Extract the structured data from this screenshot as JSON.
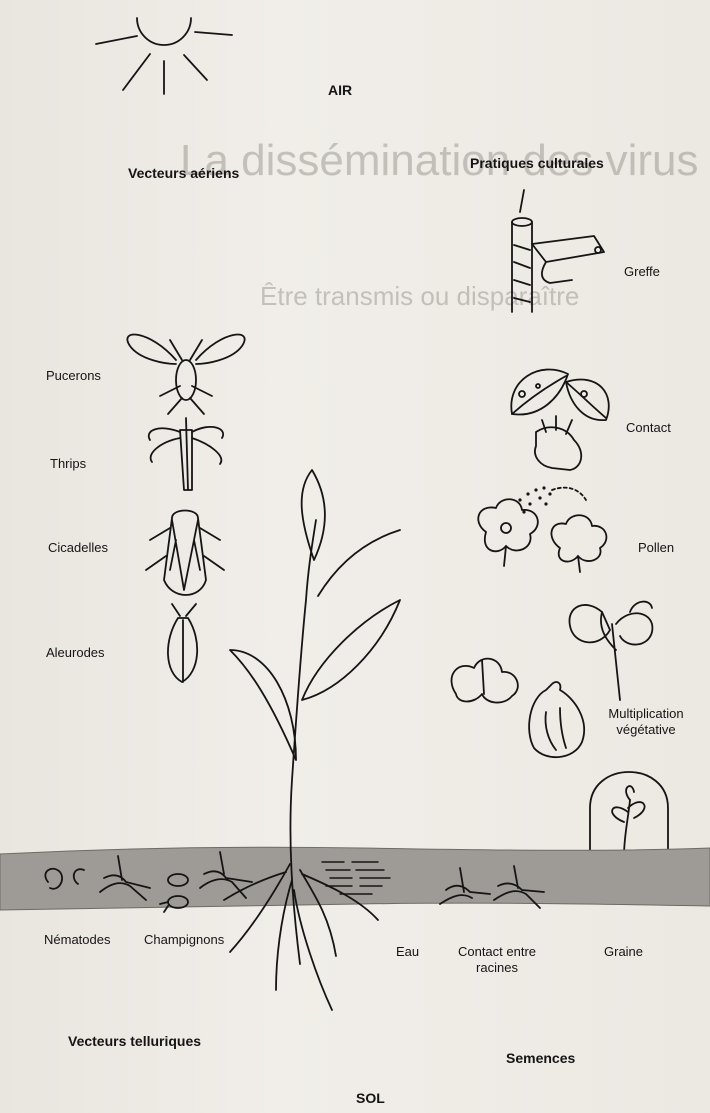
{
  "labels": {
    "air": "AIR",
    "vecteurs_aeriens": "Vecteurs aériens",
    "pratiques_culturales": "Pratiques culturales",
    "greffe": "Greffe",
    "pucerons": "Pucerons",
    "contact": "Contact",
    "thrips": "Thrips",
    "cicadelles": "Cicadelles",
    "pollen": "Pollen",
    "aleurodes": "Aleurodes",
    "multiplication": "Multiplication",
    "vegetative": "végétative",
    "nematodes": "Nématodes",
    "champignons": "Champignons",
    "eau": "Eau",
    "contact_entre": "Contact entre",
    "racines": "racines",
    "graine": "Graine",
    "vecteurs_telluriques": "Vecteurs telluriques",
    "semences": "Semences",
    "sol": "SOL"
  },
  "background_page": {
    "heading": "La dissémination des virus",
    "subheading": "Être transmis ou disparaître",
    "text_lines": []
  },
  "colors": {
    "paper": "#eeebe6",
    "soil": "#9e9a96",
    "ink": "#151515"
  }
}
